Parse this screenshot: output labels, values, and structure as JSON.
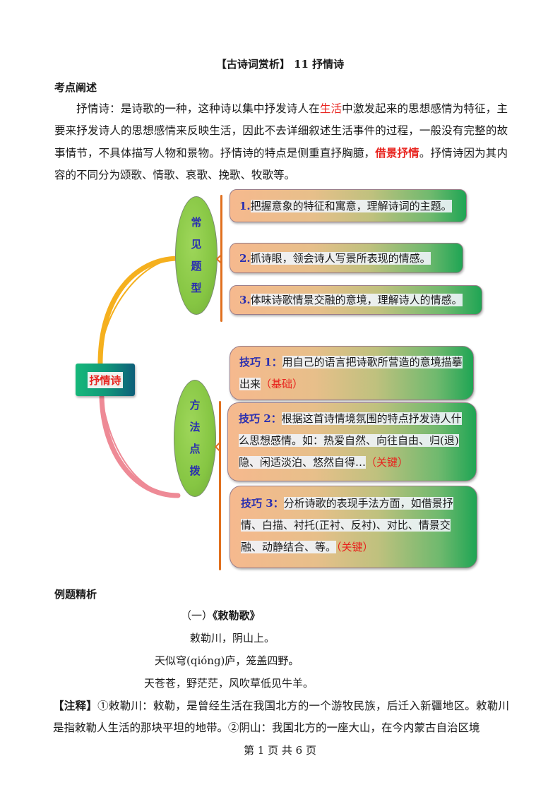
{
  "document": {
    "title": "【古诗词赏析】 11  抒情诗",
    "section1_heading": "考点阐述",
    "intro": {
      "segments": [
        {
          "text": "抒情诗：是诗歌的一种，这种诗以集中抒发诗人在",
          "style": "normal"
        },
        {
          "text": "生活",
          "style": "red"
        },
        {
          "text": "中激发起来的思想感情为特征，主要来抒发诗人的思想感情来反映生活，因此不去详细叙述生活事件的过程，一般没有完整的故事情节，不具体描写人物和景物。抒情诗的特点是侧重直抒胸臆，",
          "style": "normal"
        },
        {
          "text": "借景抒情",
          "style": "red-bold"
        },
        {
          "text": "。抒情诗因为其内容的不同分为颂歌、情歌、哀歌、挽歌、牧歌等。",
          "style": "normal"
        }
      ]
    },
    "mindmap": {
      "root": "抒情诗",
      "colors": {
        "root_text": "#e8231e",
        "branch_text": "#2a2fb0",
        "brace": "#e0701e",
        "curve_top": "#f5b01e",
        "curve_bottom": "#ee8a96"
      },
      "branches": [
        {
          "label": [
            "常",
            "见",
            "题",
            "型"
          ],
          "items": [
            {
              "prefix": "1.",
              "text": "把握意象的特征和寓意，理解诗词的主题。",
              "tag": ""
            },
            {
              "prefix": "2.",
              "text": "抓诗眼，领会诗人写景所表现的情感。",
              "tag": ""
            },
            {
              "prefix": "3.",
              "text": "体味诗歌情景交融的意境，理解诗人的情感。",
              "tag": ""
            }
          ]
        },
        {
          "label": [
            "方",
            "法",
            "点",
            "拨"
          ],
          "items": [
            {
              "prefix": "技巧 1：",
              "text": "用自己的语言把诗歌所营造的意境描摹出来",
              "tag": "（基础）"
            },
            {
              "prefix": "技巧 2：",
              "text": "根据这首诗情境氛围的特点抒发诗人什么思想感情。如：热爱自然、向往自由、归(退)隐、闲适淡泊、悠然自得…",
              "tag": "（关键）"
            },
            {
              "prefix": "技巧 3：",
              "text": "分析诗歌的表现手法方面，如借景抒情、白描、衬托(正衬、反衬)、对比、情景交融、动静结合、等。",
              "tag": "（关键）"
            }
          ]
        }
      ]
    },
    "section2_heading": "例题精析",
    "poem": {
      "heading_num": "（一）",
      "heading_title": "《敕勒歌》",
      "lines": [
        "敕勒川，阴山上。",
        "天似穹(qióng)庐，笼盖四野。",
        "天苍苍，野茫茫，风吹草低见牛羊。"
      ]
    },
    "notes": {
      "label": "【注释】",
      "text": "①敕勒川：敕勒，是曾经生活在我国北方的一个游牧民族，后迁入新疆地区。敕勒川是指敕勒人生活的那块平坦的地带。②阴山：我国北方的一座大山，在今内蒙古自治区境"
    },
    "footer": "第 1 页 共 6 页"
  }
}
